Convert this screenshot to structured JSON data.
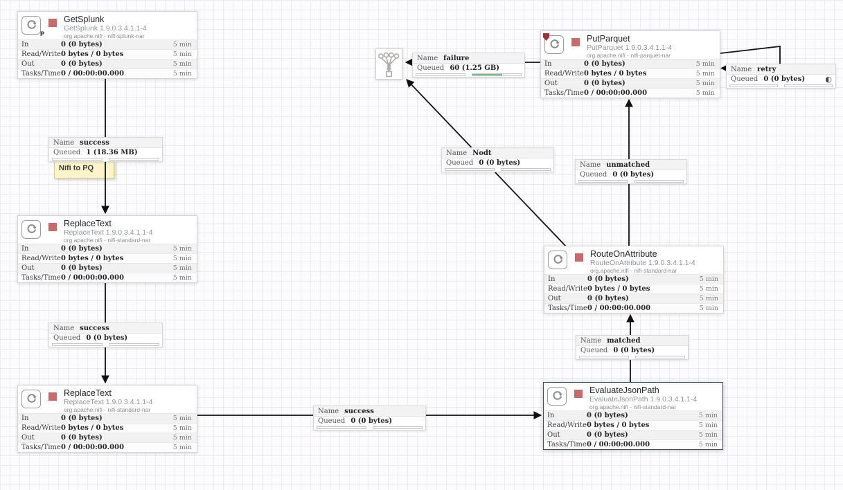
{
  "labels": {
    "name": "Name",
    "queued": "Queued"
  },
  "stats_labels": {
    "in": "In",
    "read_write": "Read/Write",
    "out": "Out",
    "tasks_time": "Tasks/Time",
    "window": "5 min"
  },
  "processors": [
    {
      "name": "GetSplunk",
      "type_version": "GetSplunk 1.9.0.3.4.1.1-4",
      "bundle": "org.apache.nifi - nifi-splunk-nar",
      "badge": "P",
      "state": "stopped",
      "stats": {
        "in": "0 (0 bytes)",
        "read_write": "0 bytes / 0 bytes",
        "out": "0 (0 bytes)",
        "tasks_time": "0 / 00:00:00.000"
      }
    },
    {
      "name": "PutParquet",
      "type_version": "PutParquet 1.9.0.3.4.1.1-4",
      "bundle": "org.apache.nifi - nifi-parquet-nar",
      "state": "stopped",
      "invalid": true,
      "stats": {
        "in": "0 (0 bytes)",
        "read_write": "0 bytes / 0 bytes",
        "out": "0 (0 bytes)",
        "tasks_time": "0 / 00:00:00.000"
      }
    },
    {
      "name": "ReplaceText",
      "type_version": "ReplaceText 1.9.0.3.4.1.1-4",
      "bundle": "org.apache.nifi - nifi-standard-nar",
      "state": "stopped",
      "stats": {
        "in": "0 (0 bytes)",
        "read_write": "0 bytes / 0 bytes",
        "out": "0 (0 bytes)",
        "tasks_time": "0 / 00:00:00.000"
      }
    },
    {
      "name": "ReplaceText",
      "type_version": "ReplaceText 1.9.0.3.4.1.1-4",
      "bundle": "org.apache.nifi - nifi-standard-nar",
      "state": "stopped",
      "stats": {
        "in": "0 (0 bytes)",
        "read_write": "0 bytes / 0 bytes",
        "out": "0 (0 bytes)",
        "tasks_time": "0 / 00:00:00.000"
      }
    },
    {
      "name": "RouteOnAttribute",
      "type_version": "RouteOnAttribute 1.9.0.3.4.1.1-4",
      "bundle": "org.apache.nifi - nifi-standard-nar",
      "state": "stopped",
      "stats": {
        "in": "0 (0 bytes)",
        "read_write": "0 bytes / 0 bytes",
        "out": "0 (0 bytes)",
        "tasks_time": "0 / 00:00:00.000"
      }
    },
    {
      "name": "EvaluateJsonPath",
      "type_version": "EvaluateJsonPath 1.9.0.3.4.1.1-4",
      "bundle": "org.apache.nifi - nifi-standard-nar",
      "state": "stopped",
      "selected": true,
      "stats": {
        "in": "0 (0 bytes)",
        "read_write": "0 bytes / 0 bytes",
        "out": "0 (0 bytes)",
        "tasks_time": "0 / 00:00:00.000"
      }
    }
  ],
  "connections": [
    {
      "name": "success",
      "queued": "1 (18.36 MB)"
    },
    {
      "name": "failure",
      "queued": "60 (1.25 GB)"
    },
    {
      "name": "retry",
      "queued": "0 (0 bytes)",
      "balance_icon": "◐"
    },
    {
      "name": "Nodt",
      "queued": "0 (0 bytes)"
    },
    {
      "name": "unmatched",
      "queued": "0 (0 bytes)"
    },
    {
      "name": "success",
      "queued": "0 (0 bytes)"
    },
    {
      "name": "matched",
      "queued": "0 (0 bytes)"
    },
    {
      "name": "success",
      "queued": "0 (0 bytes)"
    }
  ],
  "note": {
    "text": "Nifi to PQ"
  },
  "colors": {
    "stopped": "#c76a6a",
    "selected_border": "#3a545c",
    "queue_fill_green": "#74ba8b",
    "invalid": "#9e3339"
  }
}
